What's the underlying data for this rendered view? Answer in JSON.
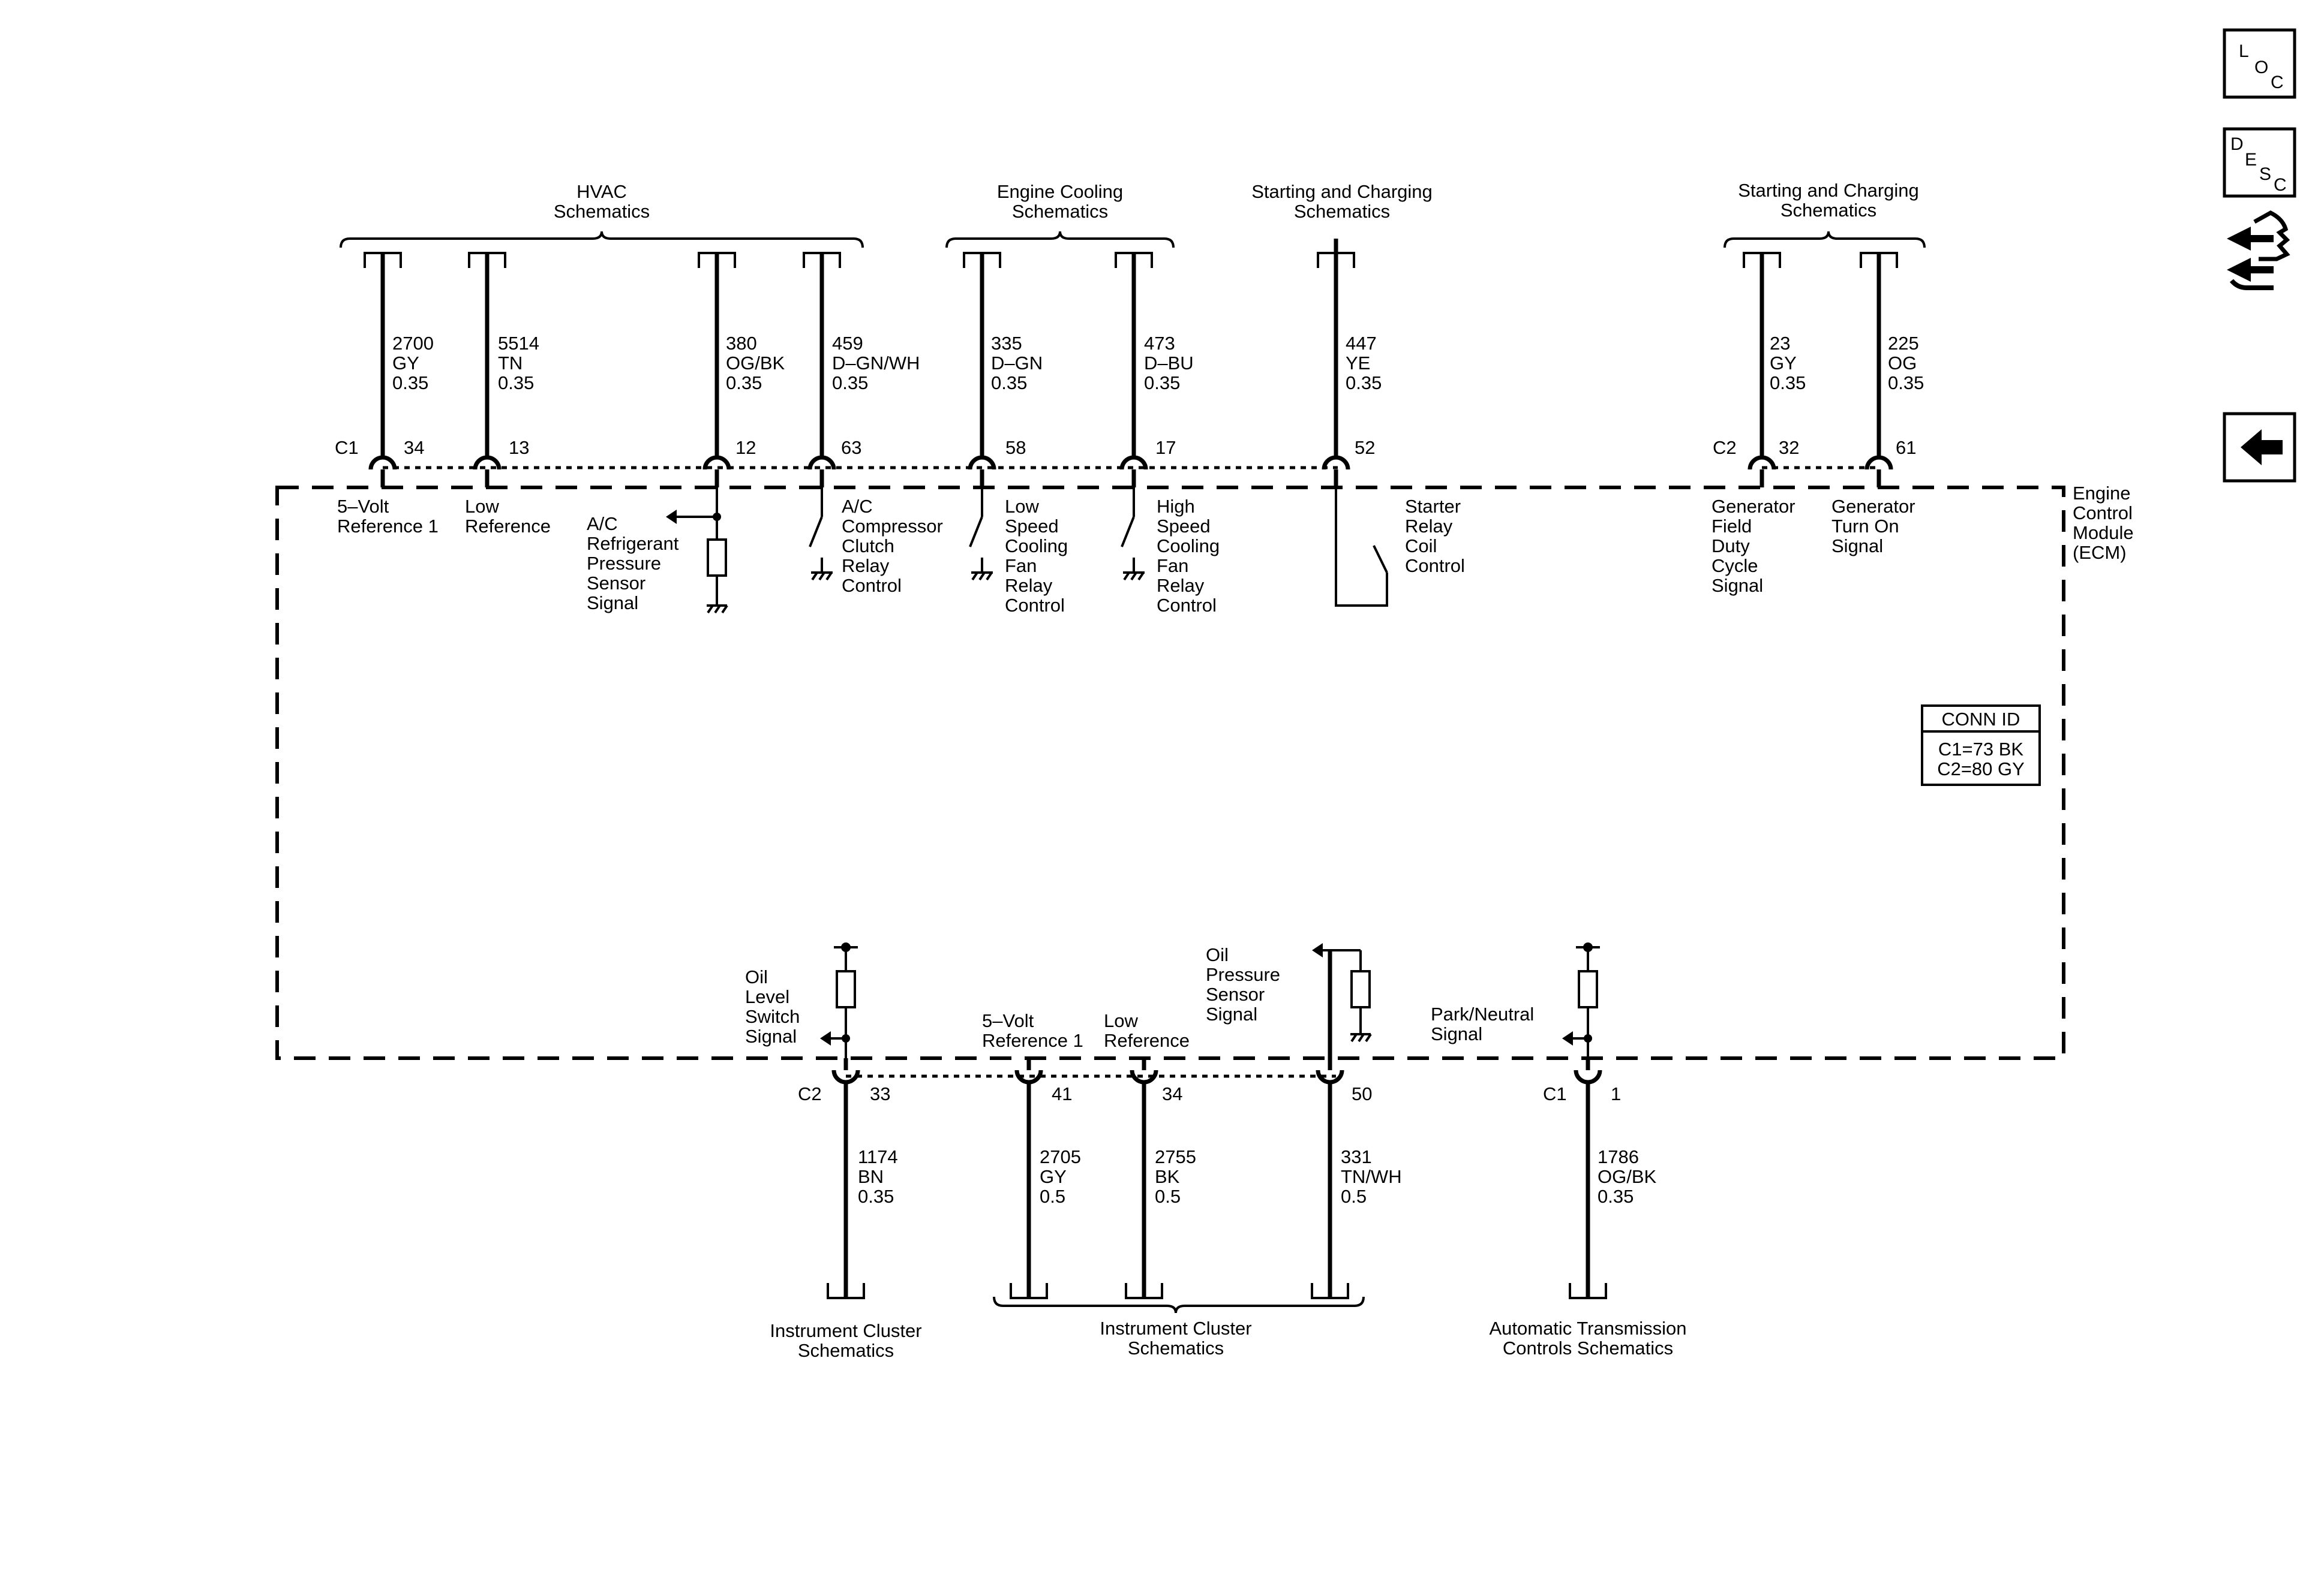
{
  "module": {
    "name_lines": [
      "Engine",
      "Control",
      "Module",
      "(ECM)"
    ]
  },
  "conn_id": {
    "title": "CONN ID",
    "lines": [
      "C1=73 BK",
      "C2=80 GY"
    ]
  },
  "nav": {
    "loc": [
      "L",
      "O",
      "C"
    ],
    "desc": [
      "D",
      "E",
      "S",
      "C"
    ]
  },
  "top_groups": [
    {
      "label_lines": [
        "HVAC",
        "Schematics"
      ]
    },
    {
      "label_lines": [
        "Engine Cooling",
        "Schematics"
      ]
    },
    {
      "label_lines": [
        "Starting and Charging",
        "Schematics"
      ]
    },
    {
      "label_lines": [
        "Starting and Charging",
        "Schematics"
      ]
    }
  ],
  "top_connectors": [
    "C1",
    "C2"
  ],
  "top_pins": [
    {
      "pin": "34",
      "circuit": "2700",
      "color": "GY",
      "gauge": "0.35",
      "func_lines": [
        "5–Volt",
        "Reference 1"
      ]
    },
    {
      "pin": "13",
      "circuit": "5514",
      "color": "TN",
      "gauge": "0.35",
      "func_lines": [
        "Low",
        "Reference"
      ]
    },
    {
      "pin": "12",
      "circuit": "380",
      "color": "OG/BK",
      "gauge": "0.35",
      "func_lines": [
        "A/C",
        "Refrigerant",
        "Pressure",
        "Sensor",
        "Signal"
      ]
    },
    {
      "pin": "63",
      "circuit": "459",
      "color": "D–GN/WH",
      "gauge": "0.35",
      "func_lines": [
        "A/C",
        "Compressor",
        "Clutch",
        "Relay",
        "Control"
      ]
    },
    {
      "pin": "58",
      "circuit": "335",
      "color": "D–GN",
      "gauge": "0.35",
      "func_lines": [
        "Low",
        "Speed",
        "Cooling",
        "Fan",
        "Relay",
        "Control"
      ]
    },
    {
      "pin": "17",
      "circuit": "473",
      "color": "D–BU",
      "gauge": "0.35",
      "func_lines": [
        "High",
        "Speed",
        "Cooling",
        "Fan",
        "Relay",
        "Control"
      ]
    },
    {
      "pin": "52",
      "circuit": "447",
      "color": "YE",
      "gauge": "0.35",
      "func_lines": [
        "Starter",
        "Relay",
        "Coil",
        "Control"
      ]
    },
    {
      "pin": "32",
      "circuit": "23",
      "color": "GY",
      "gauge": "0.35",
      "func_lines": [
        "Generator",
        "Field",
        "Duty",
        "Cycle",
        "Signal"
      ]
    },
    {
      "pin": "61",
      "circuit": "225",
      "color": "OG",
      "gauge": "0.35",
      "func_lines": [
        "Generator",
        "Turn On",
        "Signal"
      ]
    }
  ],
  "bottom_connectors": [
    "C2",
    "C1"
  ],
  "bottom_pins": [
    {
      "pin": "33",
      "circuit": "1174",
      "color": "BN",
      "gauge": "0.35",
      "func_lines": [
        "Oil",
        "Level",
        "Switch",
        "Signal"
      ]
    },
    {
      "pin": "41",
      "circuit": "2705",
      "color": "GY",
      "gauge": "0.5",
      "func_lines": [
        "5–Volt",
        "Reference 1"
      ]
    },
    {
      "pin": "34",
      "circuit": "2755",
      "color": "BK",
      "gauge": "0.5",
      "func_lines": [
        "Low",
        "Reference"
      ]
    },
    {
      "pin": "50",
      "circuit": "331",
      "color": "TN/WH",
      "gauge": "0.5",
      "func_lines": [
        "Oil",
        "Pressure",
        "Sensor",
        "Signal"
      ]
    },
    {
      "pin": "1",
      "circuit": "1786",
      "color": "OG/BK",
      "gauge": "0.35",
      "func_lines": [
        "Park/Neutral",
        "Signal"
      ]
    }
  ],
  "bottom_groups": [
    {
      "label_lines": [
        "Instrument Cluster",
        "Schematics"
      ]
    },
    {
      "label_lines": [
        "Instrument Cluster",
        "Schematics"
      ]
    },
    {
      "label_lines": [
        "Automatic Transmission",
        "Controls Schematics"
      ]
    }
  ]
}
